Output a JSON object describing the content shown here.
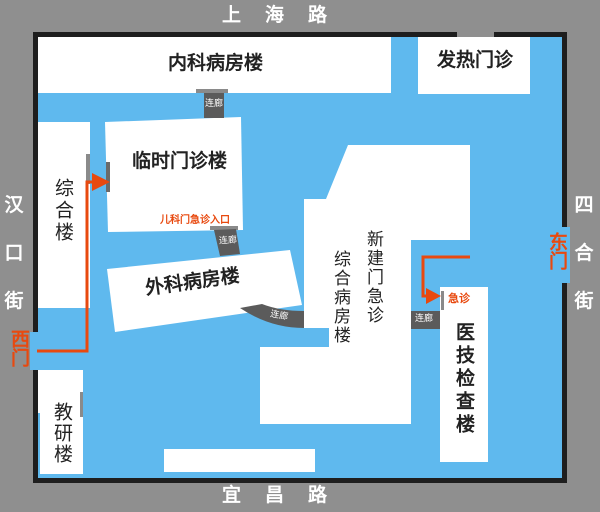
{
  "roads": {
    "north": "上海路",
    "south": "宜昌路",
    "west": "汉口街",
    "east": "四合街"
  },
  "gates": {
    "west": "西门",
    "east": "东门"
  },
  "buildings": {
    "internal_medicine": "内科病房楼",
    "fever_clinic": "发热门诊",
    "general_building": "综合楼",
    "temporary_outpatient": "临时门诊楼",
    "surgery_ward": "外科病房楼",
    "new_emergency_left": "综合病房楼",
    "new_emergency_right": "新建门急诊",
    "medical_tech": "医技检查楼",
    "teaching_research": "教研楼"
  },
  "labels": {
    "pediatric_entrance": "儿科门急诊入口",
    "emergency": "急诊",
    "corridor": "连廊"
  },
  "colors": {
    "road": "#8f8f8f",
    "campus": "#5fb9ee",
    "building": "#ffffff",
    "wall": "#1e1e1e",
    "route": "#e8490f",
    "corridor": "#5b5b5b"
  }
}
